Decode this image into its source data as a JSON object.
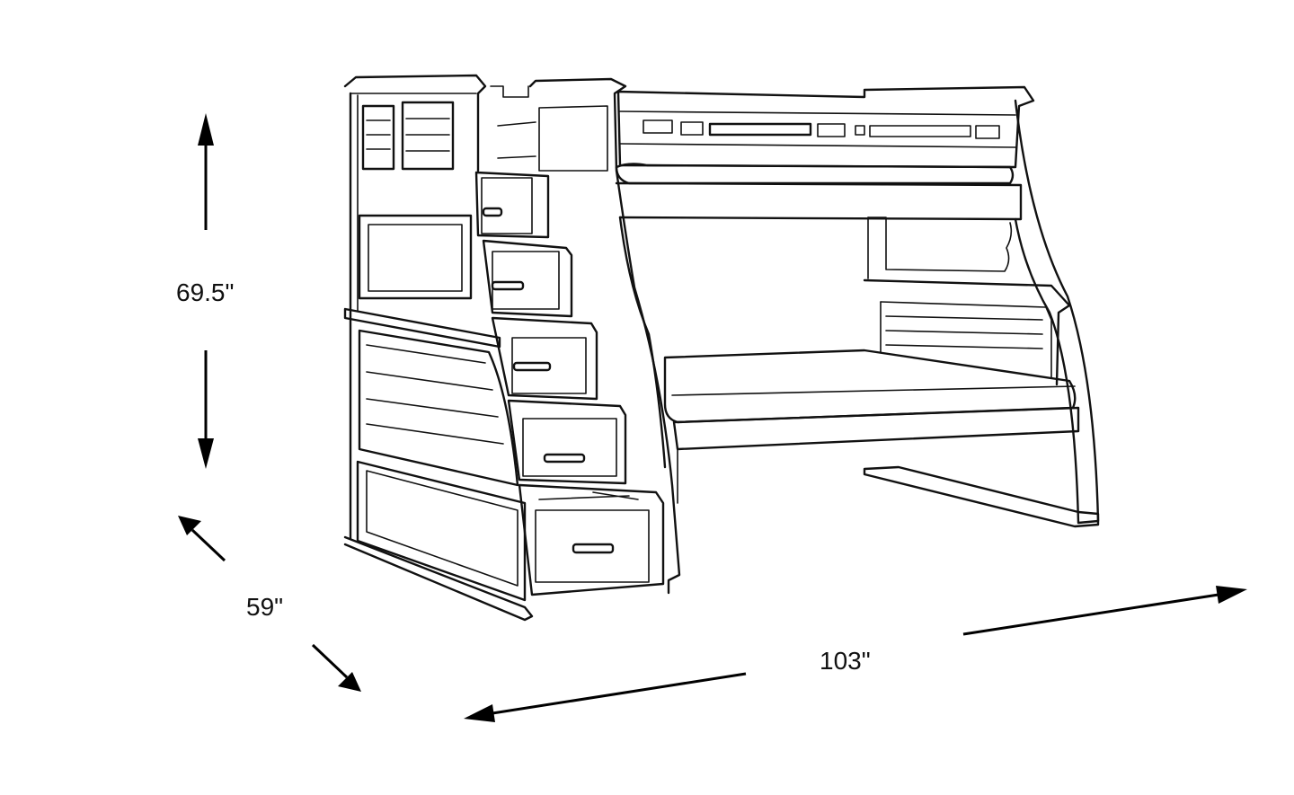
{
  "dimensions": {
    "height": "69.5\"",
    "depth": "59\"",
    "width": "103\""
  },
  "colors": {
    "line": "#111111",
    "background": "#ffffff"
  }
}
